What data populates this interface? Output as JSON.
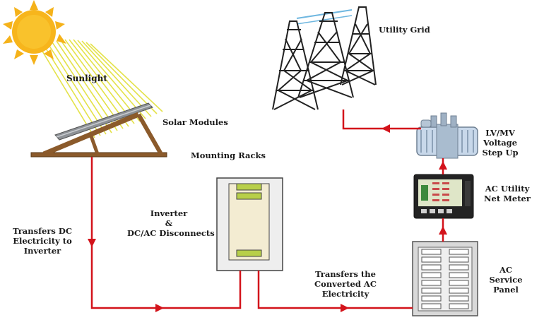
{
  "labels": {
    "sunlight": "Sunlight",
    "solar_modules": "Solar Modules",
    "mounting_racks": "Mounting Racks",
    "utility_grid": "Utility Grid",
    "step_up": [
      "LV/MV",
      "Voltage",
      "Step Up"
    ],
    "net_meter": [
      "AC Utility",
      "Net Meter"
    ],
    "inverter": [
      "Inverter",
      "&",
      "DC/AC Disconnects"
    ],
    "dc_transfer": [
      "Transfers DC",
      "Electricity to",
      "Inverter"
    ],
    "ac_transfer": [
      "Transfers the",
      "Converted AC",
      "Electricity"
    ],
    "service_panel": [
      "AC",
      "Service",
      "Panel"
    ]
  },
  "colors": {
    "wire": "#d3131b",
    "sun": "#f5b21a",
    "rays": "#e4e24a",
    "rack": "#8b5a2b",
    "inverter_fill": "#f3ecd2",
    "switch": "#b8cf4a"
  }
}
